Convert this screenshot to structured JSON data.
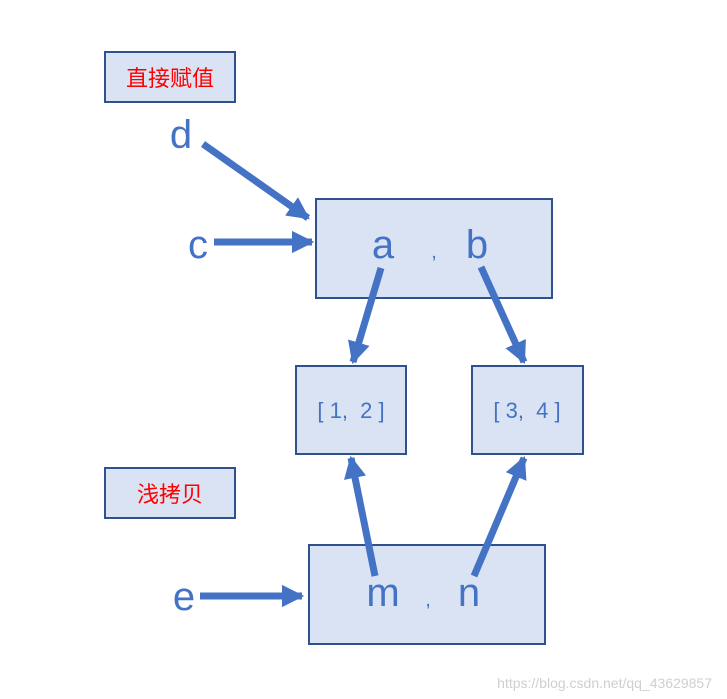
{
  "labels": {
    "direct_assign": "直接赋值",
    "shallow_copy": "浅拷贝"
  },
  "variables": {
    "d": "d",
    "c": "c",
    "e": "e"
  },
  "outer_top": {
    "a": "a",
    "sep": ",",
    "b": "b"
  },
  "inner": {
    "left": "[ 1,  2 ]",
    "right": "[ 3,  4 ]"
  },
  "outer_bottom": {
    "m": "m",
    "sep": ",",
    "n": "n"
  },
  "watermark": "https://blog.csdn.net/qq_43629857",
  "colors": {
    "arrow": "#4472c4",
    "box_fill": "#dae3f3",
    "box_stroke": "#2f528f",
    "label_text": "#ff0000",
    "node_text": "#4472c4",
    "watermark": "#cfcfcf"
  }
}
